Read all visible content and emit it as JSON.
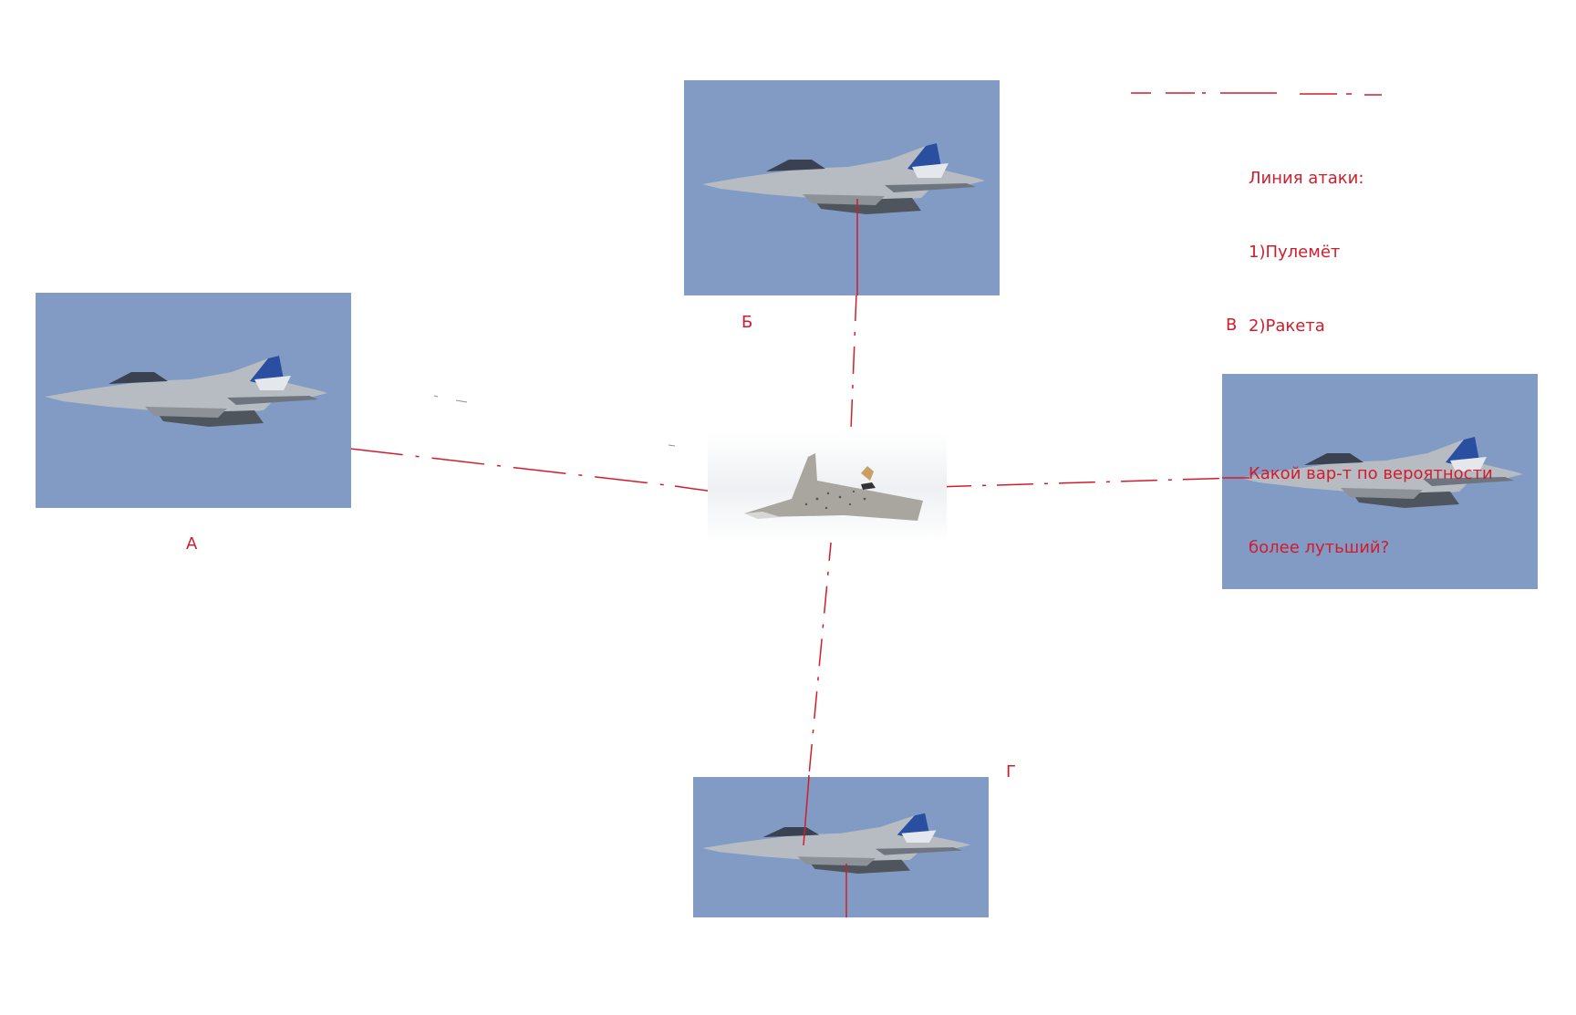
{
  "aircraft": [
    {
      "id": "A",
      "label": "А"
    },
    {
      "id": "B",
      "label": "Б"
    },
    {
      "id": "V",
      "label": "В"
    },
    {
      "id": "G",
      "label": "Г"
    }
  ],
  "center_object": "drone",
  "legend": {
    "title": "Линия атаки:",
    "item_1": "1)Пулемёт",
    "item_2": "2)Ракета",
    "question_line_1": "Какой вар-т по вероятности",
    "question_line_2": "более лутьший?"
  },
  "colors": {
    "annotation": "#d11d2b",
    "sky": "#819bc4",
    "jet_body": "#b7bcc3",
    "tail_blue": "#2a4fa0"
  },
  "icons": [
    "jet-icon",
    "drone-icon"
  ]
}
